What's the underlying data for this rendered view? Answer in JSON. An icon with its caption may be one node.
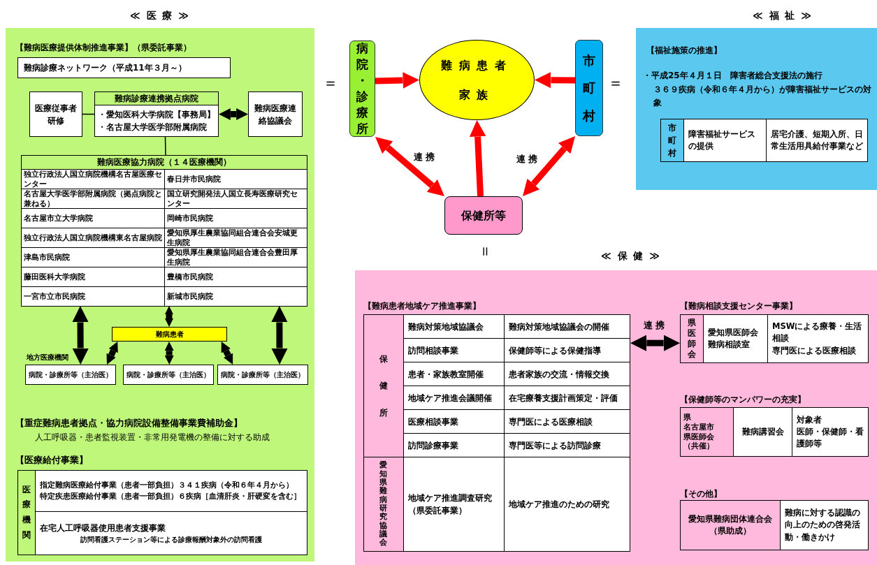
{
  "diagram": {
    "nodes": [
      {
        "text": [
          "≪ 医 療 ≫"
        ]
      },
      {
        "text": [
          "難病診療ネットワーク（平成11年３月～）"
        ],
        "in": 0
      },
      {
        "text": [
          "医療従事者研修"
        ],
        "in": 0
      },
      {
        "text": [
          "難病診療連携拠点病院",
          "・愛知医科大学病院【事務局】",
          "・名古屋大学医学部附属病院"
        ],
        "in": 0
      },
      {
        "text": [
          "難病医療連絡協議会"
        ],
        "in": 0
      },
      {
        "text": [
          "難病医療協力病院（１４医療機関）",
          "独立行政法人国立病院機構名古屋医療センター",
          "春日井市民病院",
          "名古屋大学医学部附属病院（拠点病院と兼ねる）",
          "国立研究開発法人国立長寿医療研究センター",
          "名古屋市立大学病院",
          "岡崎市民病院",
          "独立行政法人国立病院機構東名古屋病院",
          "愛知県厚生農業協同組合連合会安城更生病院",
          "津島市民病院",
          "愛知県厚生農業協同組合連合会豊田厚生病院",
          "藤田医科大学病院",
          "豊橋市民病院",
          "一宮市立市民病院",
          "新城市民病院"
        ],
        "in": 0
      },
      {
        "text": [
          "難病患者"
        ],
        "in": 0
      },
      {
        "text": [
          "病院・診療所等（主治医）"
        ],
        "in": 0,
        "beside": [
          "地方医療機関"
        ]
      },
      {
        "text": [
          "病院・診療所等（主治医）"
        ],
        "in": 0
      },
      {
        "text": [
          "病院・診療所等（主治医）"
        ],
        "in": 0
      },
      {
        "text": [
          "病院・診療所"
        ]
      },
      {
        "text": [
          "難病患者",
          "家族"
        ]
      },
      {
        "text": [
          "市町村"
        ]
      },
      {
        "text": [
          "保健所等"
        ]
      },
      {
        "text": [
          "≪ 福 祉 ≫"
        ]
      },
      {
        "text": [
          "≪ 保 健 ≫"
        ]
      },
      {
        "text": [
          "【難病患者地域ケア推進事業】",
          "保健所",
          "難病対策地域協議会",
          "難病対策地域協議会の開催",
          "訪問相談事業",
          "保健師等による保健指導",
          "患者・家族教室開催",
          "患者家族の交流・情報交換",
          "地域ケア推進会議開催",
          "在宅療養支援計画策定・評価",
          "医療相談事業",
          "専門医による医療相談",
          "訪問診療事業",
          "専門医等による訪問診療",
          "愛知県難病研究協議会",
          "地域ケア推進調査研究（県委託事業）",
          "地域ケア推進のための研究"
        ],
        "in": 15
      },
      {
        "text": [
          "【難病相談支援センター事業】",
          "県医師会",
          "愛知県医師会難病相談室",
          "MSWによる療養・生活相談",
          "専門医による医療相談"
        ],
        "in": 15
      }
    ],
    "edges": [
      {
        "from": 2,
        "to": 3,
        "arrow": "none"
      },
      {
        "from": 3,
        "to": 4,
        "arrow": "both"
      },
      {
        "from": 3,
        "to": 5,
        "arrow": "none"
      },
      {
        "from": 5,
        "to": 7,
        "arrow": "both"
      },
      {
        "from": 5,
        "to": 6,
        "arrow": "both"
      },
      {
        "from": 5,
        "to": 9,
        "arrow": "both"
      },
      {
        "from": 6,
        "to": 7,
        "arrow": "both"
      },
      {
        "from": 6,
        "to": 8,
        "arrow": "both"
      },
      {
        "from": 6,
        "to": 9,
        "arrow": "both"
      },
      {
        "from": 10,
        "to": 11,
        "arrow": "to",
        "color": "#ff0000"
      },
      {
        "from": 12,
        "to": 11,
        "arrow": "to",
        "color": "#ff0000"
      },
      {
        "from": 13,
        "to": 11,
        "arrow": "to",
        "color": "#ff0000"
      },
      {
        "from": 13,
        "to": 10,
        "arrow": "both",
        "color": "#ff0000",
        "label": "連携"
      },
      {
        "from": 13,
        "to": 12,
        "arrow": "both",
        "color": "#ff0000",
        "label": "連携"
      },
      {
        "from": 16,
        "to": 17,
        "arrow": "both",
        "label": "連携"
      }
    ],
    "labels": [
      "【難病医療提供体制推進事業】（県委託事業）",
      "【重症難病患者拠点・協力病院設備整備事業費補助金】",
      "人工呼吸器・患者監視装置・非常用発電機の整備に対する助成",
      "【医療給付事業】",
      "医療機関",
      "指定難病医療給付事業（患者一部負担）３４１疾病（令和６年４月から）",
      "特定疾患医療給付事業（患者一部負担）６疾病［血清肝炎・肝硬変を含む］",
      "在宅人工呼吸器使用患者支援事業",
      "訪問看護ステーション等による診療報酬対象外の訪問看護",
      "＝",
      "＝",
      "＝",
      "【福祉施策の推進】",
      "・平成25年４月１日　障害者総合支援法の施行",
      "３６９疾病（令和６年４月から）が障害福祉サービスの対象",
      "市町村",
      "障害福祉サービスの提供",
      "居宅介護、短期入所、日常生活用具給付事業など",
      "【保健師等のマンパワーの充実】",
      "県",
      "名古屋市",
      "県医師会",
      "（共催）",
      "難病講習会",
      "対象者",
      "医師・保健師・看護師等",
      "【その他】",
      "愛知県難病団体連合会",
      "（県助成）",
      "難病に対する認識の向上のための啓発活動・働きかけ"
    ]
  }
}
